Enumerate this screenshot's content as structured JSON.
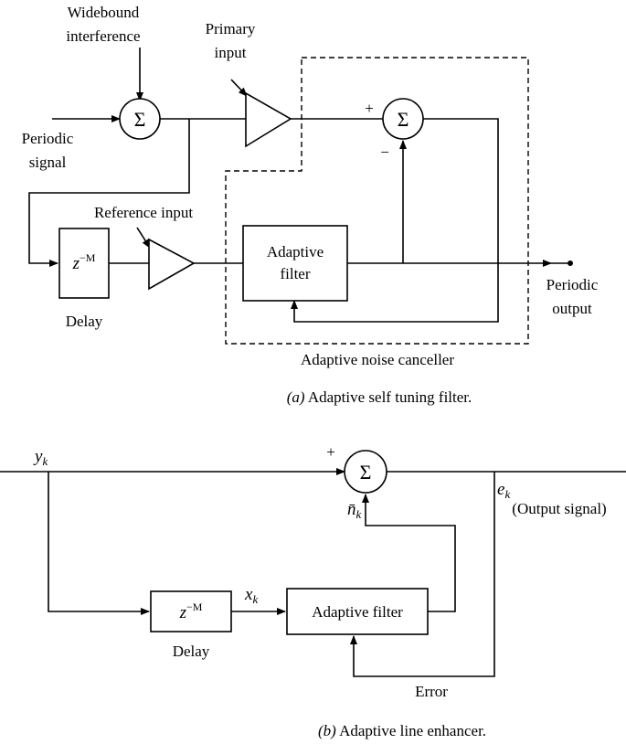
{
  "panel_a": {
    "labels": {
      "wideband": [
        "Widebound",
        "interference"
      ],
      "primary": [
        "Primary",
        "input"
      ],
      "periodic_signal": [
        "Periodic",
        "signal"
      ],
      "reference": "Reference input",
      "filter": [
        "Adaptive",
        "filter"
      ],
      "delay_box": "z",
      "delay_exp": "−M",
      "delay": "Delay",
      "plus": "+",
      "minus": "−",
      "periodic_output": [
        "Periodic",
        "output"
      ],
      "canceller": "Adaptive noise canceller",
      "sum_symbol": "Σ"
    },
    "caption": {
      "tag": "(a)",
      "text": " Adaptive self tuning filter."
    }
  },
  "panel_b": {
    "labels": {
      "yk": "y",
      "yk_sub": "k",
      "xk": "x",
      "xk_sub": "k",
      "nk": "n̄",
      "nk_sub": "k",
      "ek": "e",
      "ek_sub": "k",
      "output_signal": "(Output signal)",
      "filter": "Adaptive filter",
      "delay_box": "z",
      "delay_exp": "−M",
      "delay": "Delay",
      "error": "Error",
      "plus": "+",
      "sum_symbol": "Σ"
    },
    "caption": {
      "tag": "(b)",
      "text": " Adaptive line enhancer."
    }
  }
}
